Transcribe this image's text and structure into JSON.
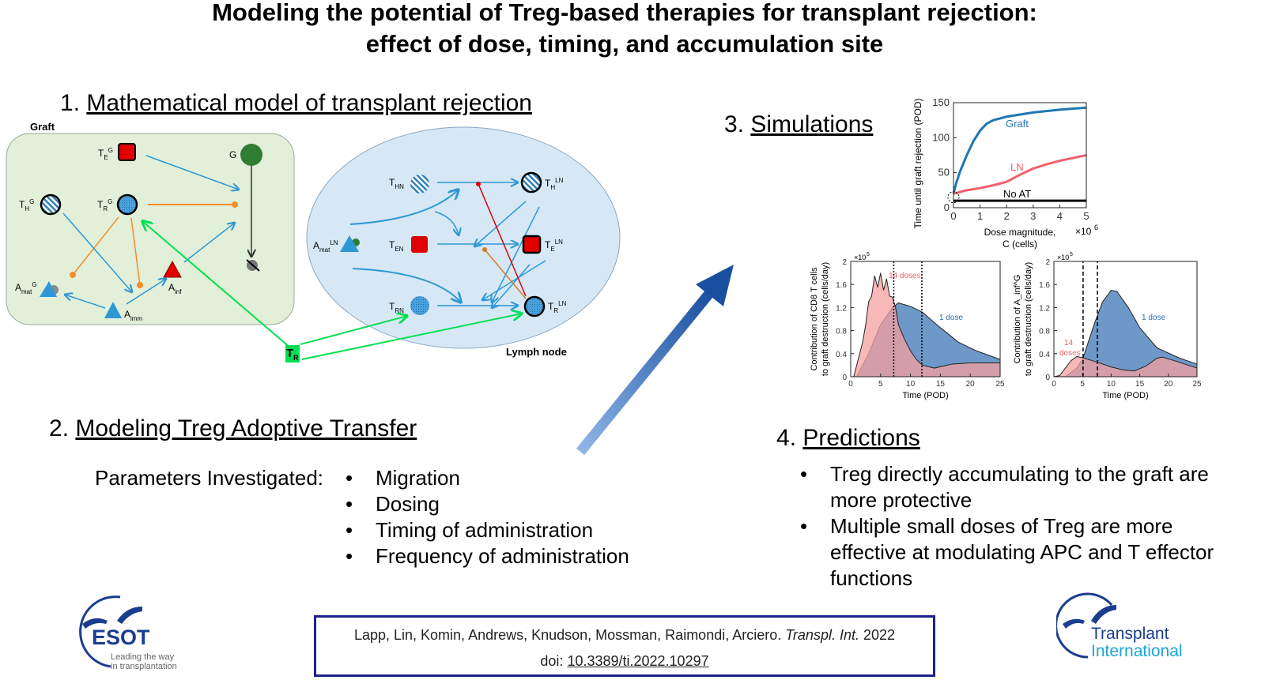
{
  "title": {
    "line1": "Modeling the potential of Treg-based therapies for transplant rejection:",
    "line2": "effect of dose, timing, and accumulation site"
  },
  "sections": {
    "s1": {
      "num": "1",
      "label": "Mathematical model of transplant rejection"
    },
    "s2": {
      "num": "2",
      "label": "Modeling Treg Adoptive Transfer"
    },
    "s3": {
      "num": "3",
      "label": "Simulations"
    },
    "s4": {
      "num": "4",
      "label": "Predictions"
    }
  },
  "diagram": {
    "graft_label": "Graft",
    "lymph_label": "Lymph node",
    "nodes": {
      "TEG": {
        "base": "T",
        "sub": "E",
        "sup": "G"
      },
      "G": {
        "base": "G"
      },
      "THG": {
        "base": "T",
        "sub": "H",
        "sup": "G"
      },
      "TRG": {
        "base": "T",
        "sub": "R",
        "sup": "G"
      },
      "AmatG": {
        "base": "A",
        "sub": "mat",
        "sup": "G"
      },
      "Ainf": {
        "base": "A",
        "sub": "inf"
      },
      "Aimm": {
        "base": "A",
        "sub": "imm"
      },
      "THN": {
        "base": "T",
        "sub": "HN"
      },
      "TEN": {
        "base": "T",
        "sub": "EN"
      },
      "TRN": {
        "base": "T",
        "sub": "RN"
      },
      "THLN": {
        "base": "T",
        "sub": "H",
        "sup": "LN"
      },
      "TELN": {
        "base": "T",
        "sub": "E",
        "sup": "LN"
      },
      "TRLN": {
        "base": "T",
        "sub": "R",
        "sup": "LN"
      },
      "AmatLN": {
        "base": "A",
        "sub": "mat",
        "sup": "LN"
      },
      "TR": {
        "base": "T",
        "sub": "R"
      }
    }
  },
  "parameters": {
    "label": "Parameters Investigated:",
    "bullet": "•",
    "items": [
      "Migration",
      "Dosing",
      "Timing of administration",
      "Frequency of administration"
    ]
  },
  "predictions": {
    "bullet": "•",
    "items": [
      {
        "l1": "Treg directly accumulating to the graft are",
        "l2": "more protective"
      },
      {
        "l1": "Multiple small doses of Treg are more",
        "l2": "effective at modulating APC and T effector",
        "l3": "functions"
      }
    ]
  },
  "citation": {
    "authors": "Lapp, Lin, Komin, Andrews, Knudson, Mossman, Raimondi, Arciero.",
    "journal": "Transpl. Int.",
    "year": "2022",
    "doi_label": "doi:",
    "doi": "10.3389/ti.2022.10297"
  },
  "logos": {
    "esot": {
      "name": "ESOT",
      "tagline1": "Leading the way",
      "tagline2": "in transplantation"
    },
    "ti": {
      "line1": "Transplant",
      "line2": "International"
    }
  },
  "colors": {
    "graft_bg": "#e2efd9",
    "ln_bg": "#d6e8f6",
    "blue": "#2e98d4",
    "orange": "#f28e2b",
    "red": "#e00000",
    "green": "#00e050",
    "curve_graft": "#1f77b4",
    "curve_ln": "#f0606a",
    "fill_14": "#f5a0a0",
    "fill_1": "#6e98c8",
    "navy": "#1a3d8f"
  },
  "chart_data": [
    {
      "type": "line",
      "title": "",
      "xlabel": "Dose magnitude,",
      "xlabel2": "C (cells)",
      "x_multiplier": "×10",
      "x_multiplier_exp": "6",
      "ylabel": "Time until graft rejection (POD)",
      "xlim": [
        0,
        5
      ],
      "ylim": [
        0,
        150
      ],
      "xticks": [
        "0",
        "1",
        "2",
        "3",
        "4",
        "5"
      ],
      "yticks": [
        "0",
        "50",
        "100",
        "150"
      ],
      "series": [
        {
          "name": "Graft",
          "color": "#1f77b4",
          "x": [
            0,
            0.1,
            0.25,
            0.5,
            0.75,
            1,
            1.25,
            1.5,
            2,
            3,
            4,
            5
          ],
          "y": [
            20,
            35,
            52,
            75,
            95,
            110,
            120,
            125,
            130,
            136,
            140,
            143
          ]
        },
        {
          "name": "LN",
          "color": "#f0606a",
          "x": [
            0,
            0.5,
            1,
            1.5,
            2,
            2.5,
            3,
            3.5,
            4,
            4.5,
            5
          ],
          "y": [
            20,
            25,
            28,
            32,
            37,
            47,
            56,
            62,
            67,
            71,
            75
          ]
        },
        {
          "name": "No AT",
          "color": "#000000",
          "x": [
            0,
            5
          ],
          "y": [
            10,
            10
          ]
        }
      ]
    },
    {
      "type": "area",
      "xlabel": "Time (POD)",
      "ylabel": "Contribution of CD8 T cells",
      "ylabel2": "to graft destruction (cells/day)",
      "y_multiplier": "×10",
      "y_multiplier_exp": "5",
      "xlim": [
        0,
        25
      ],
      "ylim": [
        0,
        2
      ],
      "xticks": [
        "0",
        "5",
        "10",
        "15",
        "20",
        "25"
      ],
      "yticks": [
        "0",
        "0.4",
        "0.8",
        "1.2",
        "1.6",
        "2"
      ],
      "vlines": [
        7.2,
        11.9
      ],
      "series": [
        {
          "name": "1 dose",
          "color": "#6e98c8",
          "x": [
            1,
            3,
            5,
            7,
            8,
            10,
            12,
            15,
            18,
            21,
            25
          ],
          "y": [
            0,
            0.4,
            0.9,
            1.2,
            1.28,
            1.22,
            1.12,
            0.85,
            0.6,
            0.45,
            0.3
          ]
        },
        {
          "name": "14 doses",
          "color": "#f5a0a0",
          "x": [
            0.5,
            1,
            2,
            2.5,
            3,
            3.5,
            4,
            4.5,
            5,
            5.5,
            6,
            6.5,
            7,
            7.5,
            8,
            9,
            10,
            11,
            12,
            14,
            17,
            20,
            25
          ],
          "y": [
            0,
            0.2,
            0.6,
            0.9,
            1.3,
            1.4,
            1.75,
            1.55,
            1.8,
            1.5,
            1.7,
            1.4,
            1.38,
            1.2,
            0.9,
            0.65,
            0.45,
            0.3,
            0.2,
            0.15,
            0.22,
            0.24,
            0.24
          ]
        }
      ]
    },
    {
      "type": "area",
      "xlabel": "Time (POD)",
      "ylabel": "Contribution of A_inf^G",
      "ylabel2": "to graft destruction (cells/day)",
      "y_multiplier": "×10",
      "y_multiplier_exp": "5",
      "xlim": [
        0,
        25
      ],
      "ylim": [
        0,
        2
      ],
      "xticks": [
        "0",
        "5",
        "10",
        "15",
        "20",
        "25"
      ],
      "yticks": [
        "0",
        "0.4",
        "0.8",
        "1.2",
        "1.6",
        "2"
      ],
      "vlines": [
        5.1,
        7.6
      ],
      "series": [
        {
          "name": "1 dose",
          "color": "#6e98c8",
          "x": [
            2,
            4,
            5,
            7,
            8.5,
            10,
            11,
            13,
            15,
            18,
            22,
            25
          ],
          "y": [
            0,
            0.15,
            0.3,
            0.9,
            1.3,
            1.5,
            1.48,
            1.2,
            0.85,
            0.5,
            0.32,
            0.22
          ]
        },
        {
          "name": "14 doses",
          "color": "#f5a0a0",
          "x": [
            0,
            1,
            2,
            3,
            4,
            5,
            7,
            10,
            12,
            14,
            16,
            18,
            19,
            21,
            25
          ],
          "y": [
            0,
            0.02,
            0.15,
            0.28,
            0.35,
            0.33,
            0.27,
            0.17,
            0.12,
            0.1,
            0.18,
            0.32,
            0.34,
            0.28,
            0.15
          ]
        }
      ]
    }
  ]
}
